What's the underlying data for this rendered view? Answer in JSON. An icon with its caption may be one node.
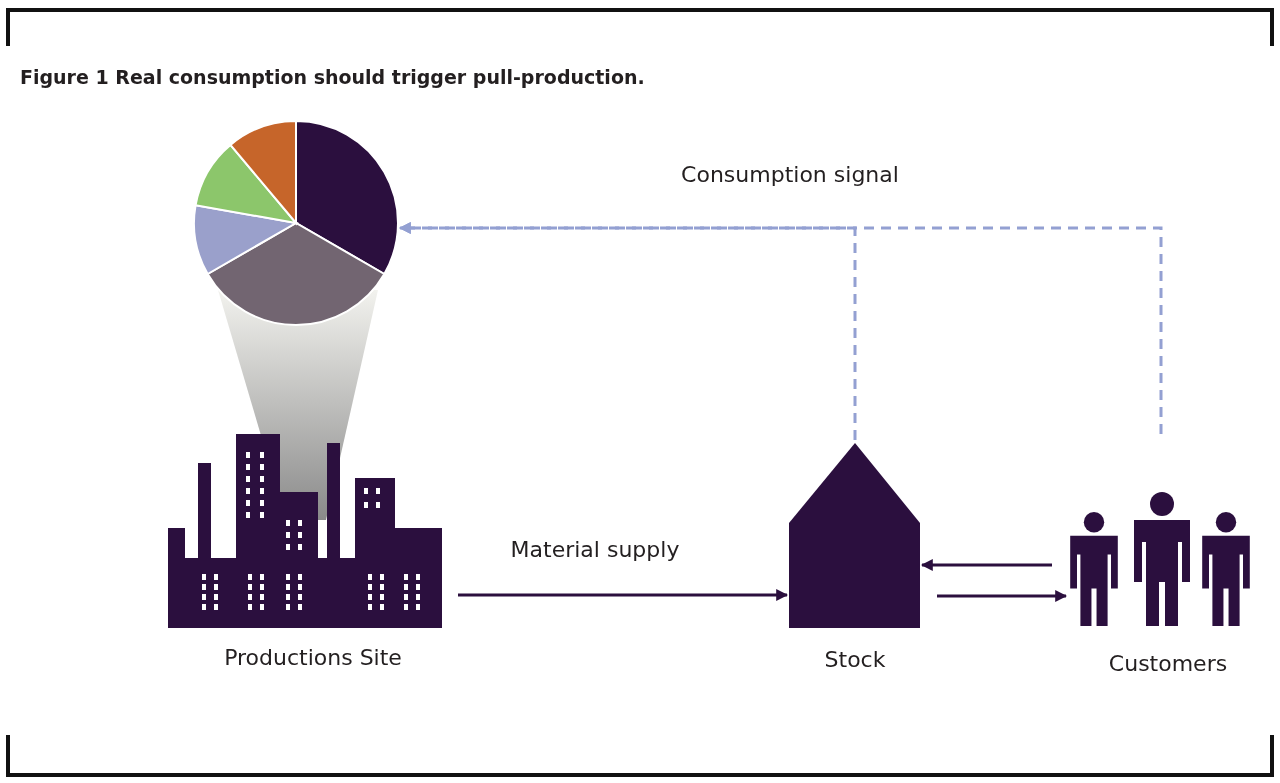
{
  "diagram": {
    "title": "Figure 1 Real consumption should trigger pull-production.",
    "nodes": [
      {
        "text": [],
        "shape": "picture"
      },
      {
        "text": [],
        "shape": "picture",
        "beside": [
          "Productions Site"
        ]
      },
      {
        "text": [],
        "shape": "picture",
        "beside": [
          "Stock"
        ]
      },
      {
        "text": [],
        "shape": "person",
        "beside": [
          "Customers"
        ]
      }
    ],
    "edges": [
      {
        "from": 1,
        "to": 2,
        "arrow": "to",
        "label": "Material supply"
      },
      {
        "from": 2,
        "to": 3,
        "arrow": "to"
      },
      {
        "from": 3,
        "to": 2,
        "arrow": "to"
      },
      {
        "from": 2,
        "to": 0,
        "arrow": "to",
        "label": "Consumption signal",
        "style": "dashed",
        "color": "#93a0d2"
      },
      {
        "from": 3,
        "to": 0,
        "arrow": "to",
        "style": "dashed",
        "color": "#93a0d2"
      }
    ]
  }
}
